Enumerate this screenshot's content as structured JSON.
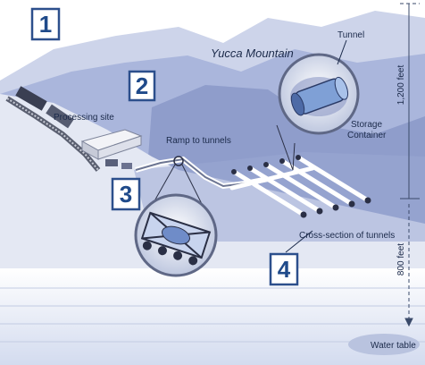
{
  "labels": {
    "yucca_mountain": "Yucca Mountain",
    "processing_site": "Processing site",
    "ramp_to_tunnels": "Ramp to tunnels",
    "tunnel": "Tunnel",
    "storage_container_line1": "Storage",
    "storage_container_line2": "Container",
    "cross_section": "Cross-section of tunnels",
    "depth_upper": "1,200 feet",
    "depth_lower": "800 feet",
    "water_table": "Water table"
  },
  "steps": [
    "1",
    "2",
    "3",
    "4"
  ],
  "colors": {
    "sky": "#ffffff",
    "mountain_light": "#c7cfe6",
    "mountain_mid": "#a6b3d9",
    "mountain_dark": "#8796c7",
    "ground": "#e6e9f4",
    "water": "#d9e0f0",
    "step_border": "#2c4f8c",
    "step_text": "#1f4a8a",
    "tunnel_dark": "#2a2f45"
  }
}
